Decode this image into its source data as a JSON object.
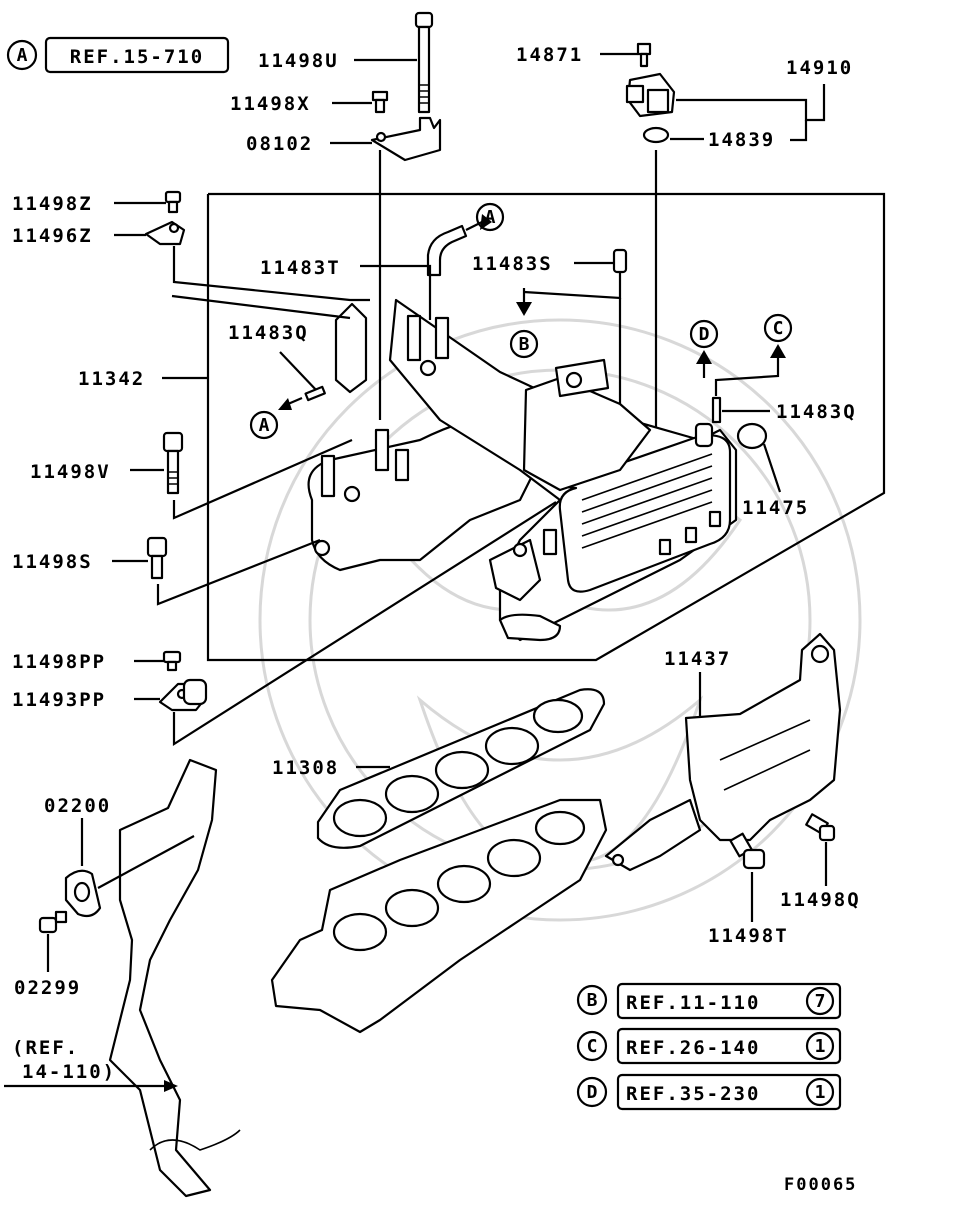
{
  "diagram_code": "F00065",
  "ref_a": {
    "marker": "A",
    "text": "REF.15-710"
  },
  "refs": [
    {
      "marker": "B",
      "text": "REF.11-110",
      "qty": "7"
    },
    {
      "marker": "C",
      "text": "REF.26-140",
      "qty": "1"
    },
    {
      "marker": "D",
      "text": "REF.35-230",
      "qty": "1"
    }
  ],
  "ref_note": {
    "line1": "(REF.",
    "line2": "14-110)"
  },
  "arrow_markers": {
    "a_top": "A",
    "a_left": "A",
    "b": "B",
    "c": "C",
    "d": "D"
  },
  "parts": {
    "p11498U": "11498U",
    "p11498X": "11498X",
    "p08102": "08102",
    "p14871": "14871",
    "p14910": "14910",
    "p14839": "14839",
    "p11498Z": "11498Z",
    "p11496Z": "11496Z",
    "p11483T": "11483T",
    "p11483S": "11483S",
    "p11483Q_left": "11483Q",
    "p11483Q_right": "11483Q",
    "p11342": "11342",
    "p11498V": "11498V",
    "p11475": "11475",
    "p11498S": "11498S",
    "p11498PP": "11498PP",
    "p11493PP": "11493PP",
    "p11437": "11437",
    "p11308": "11308",
    "p02200": "02200",
    "p02299": "02299",
    "p11498Q": "11498Q",
    "p11498T": "11498T"
  }
}
